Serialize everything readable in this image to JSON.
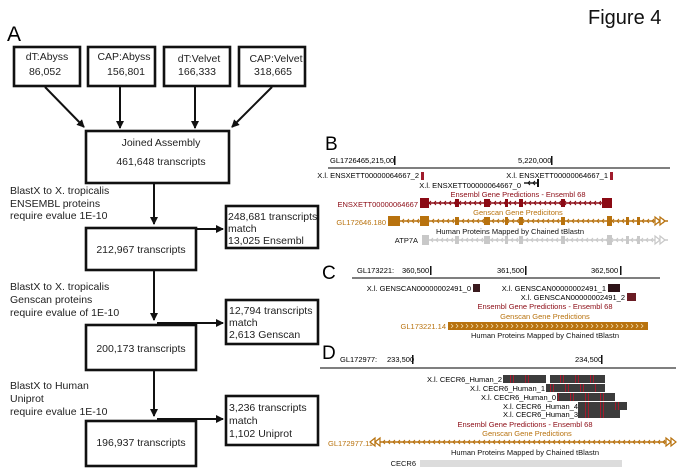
{
  "figure_label": "Figure 4",
  "panel_a": {
    "label": "A",
    "sources": [
      {
        "name": "dT:Abyss",
        "count": "86,052"
      },
      {
        "name": "CAP:Abyss",
        "count": "156,801"
      },
      {
        "name": "dT:Velvet",
        "count": "166,333"
      },
      {
        "name": "CAP:Velvet",
        "count": "318,665"
      }
    ],
    "joined": {
      "title": "Joined Assembly",
      "count": "461,648 transcripts"
    },
    "steps": [
      {
        "criteria": [
          "BlastX to X. tropicalis",
          "ENSEMBL proteins",
          "require evalue 1E-10"
        ],
        "remaining": "212,967 transcripts",
        "match": [
          "248,681 transcripts",
          "match",
          "13,025 Ensembl"
        ]
      },
      {
        "criteria": [
          "BlastX to X. tropicalis",
          "Genscan proteins",
          "require evalue of 1E-10"
        ],
        "remaining": "200,173 transcripts",
        "match": [
          "12,794 transcripts",
          "match",
          "2,613 Genscan"
        ]
      },
      {
        "criteria": [
          "BlastX to Human",
          "Uniprot",
          "require evalue 1E-10"
        ],
        "remaining": "196,937 transcripts",
        "match": [
          "3,236 transcripts",
          "match",
          "1,102 Uniprot"
        ]
      }
    ]
  },
  "panel_b": {
    "label": "B",
    "scaffold": "GL172646:",
    "ticks": [
      "5,215,00",
      "5,220,000"
    ],
    "hits": [
      "X.l. ENSXETT00000064667_2",
      "X.l. ENSXETT00000064667_1",
      "X.l. ENSXETT00000064667_0"
    ],
    "ensembl_track": "Ensembl Gene Predictions - Ensembl 68",
    "ensembl_gene": "ENSXETT00000064667",
    "genscan_track": "Genscan Gene Predicitons",
    "genscan_gene": "GL172646.180",
    "human_track": "Human Proteins Mapped by Chained tBlastn",
    "human_gene": "ATP7A"
  },
  "panel_c": {
    "label": "C",
    "scaffold": "GL173221:",
    "ticks": [
      "360,500",
      "361,500",
      "362,500"
    ],
    "hits": [
      "X.l. GENSCAN00000002491_0",
      "X.l. GENSCAN00000002491_1",
      "X.l. GENSCAN00000002491_2"
    ],
    "ensembl_track": "Ensembl Gene Predictions - Ensembl 68",
    "genscan_track": "Genscan Gene Predictions",
    "genscan_gene": "GL173221.14",
    "human_track": "Human Proteins Mapped by Chained tBlastn"
  },
  "panel_d": {
    "label": "D",
    "scaffold": "GL172977:",
    "ticks": [
      "233,500",
      "234,500"
    ],
    "hits": [
      "X.l. CECR6_Human_2",
      "X.l. CECR6_Human_1",
      "X.l. CECR6_Human_0",
      "X.l. CECR6_Human_4",
      "X.l. CECR6_Human_3"
    ],
    "ensembl_track": "Ensembl Gene Predictions - Ensembl 68",
    "genscan_track": "Genscan Gene Predictions",
    "genscan_gene": "GL172977.11",
    "human_track": "Human Proteins Mapped by Chained tBlastn",
    "human_gene": "CECR6"
  },
  "colors": {
    "ensembl": "#8b0a14",
    "genscan": "#b8720e",
    "human": "#c8c8c8",
    "hit": "#8b1a24"
  }
}
